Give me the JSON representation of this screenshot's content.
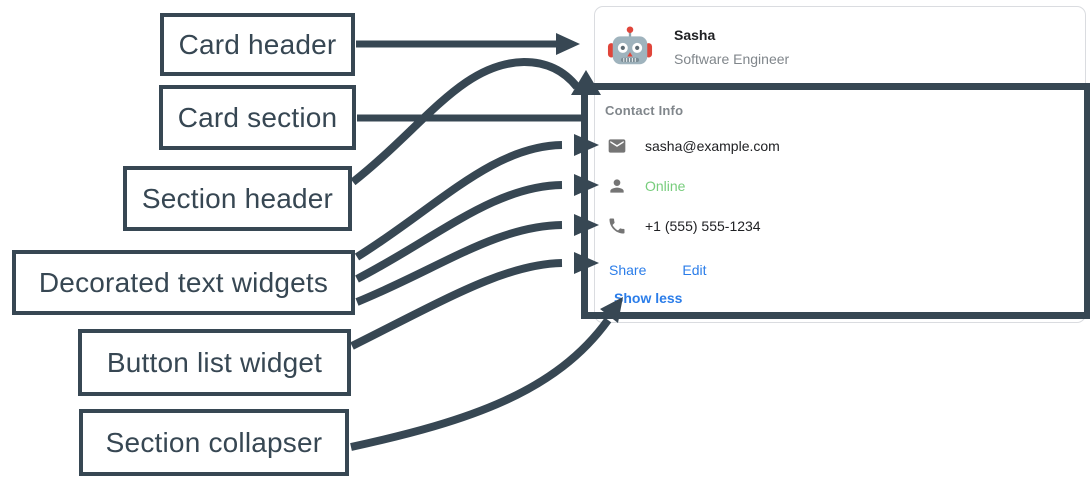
{
  "colors": {
    "annotation": "#374753",
    "link_blue": "#2b7de9",
    "online_green": "#77cd7c",
    "text_dark": "#202124",
    "text_gray": "#80868b",
    "icon_gray": "#757575",
    "card_border": "#dadce0"
  },
  "annotations": [
    {
      "text": "Card header",
      "target": "card-header"
    },
    {
      "text": "Card section",
      "target": "card-section"
    },
    {
      "text": "Section header",
      "target": "section-header"
    },
    {
      "text": "Decorated text widgets",
      "target": "decorated-text-rows"
    },
    {
      "text": "Button list widget",
      "target": "button-list"
    },
    {
      "text": "Section collapser",
      "target": "section-collapser"
    }
  ],
  "card": {
    "header": {
      "name": "Sasha",
      "subtitle": "Software Engineer",
      "avatar": "robot-avatar"
    },
    "section": {
      "title": "Contact Info",
      "rows": [
        {
          "icon": "email-icon",
          "text": "sasha@example.com"
        },
        {
          "icon": "person-icon",
          "text": "Online",
          "status_color": "#77cd7c"
        },
        {
          "icon": "phone-icon",
          "text": "+1 (555) 555-1234"
        }
      ],
      "buttons": [
        {
          "label": "Share"
        },
        {
          "label": "Edit"
        }
      ],
      "collapser_label": "Show less"
    }
  }
}
